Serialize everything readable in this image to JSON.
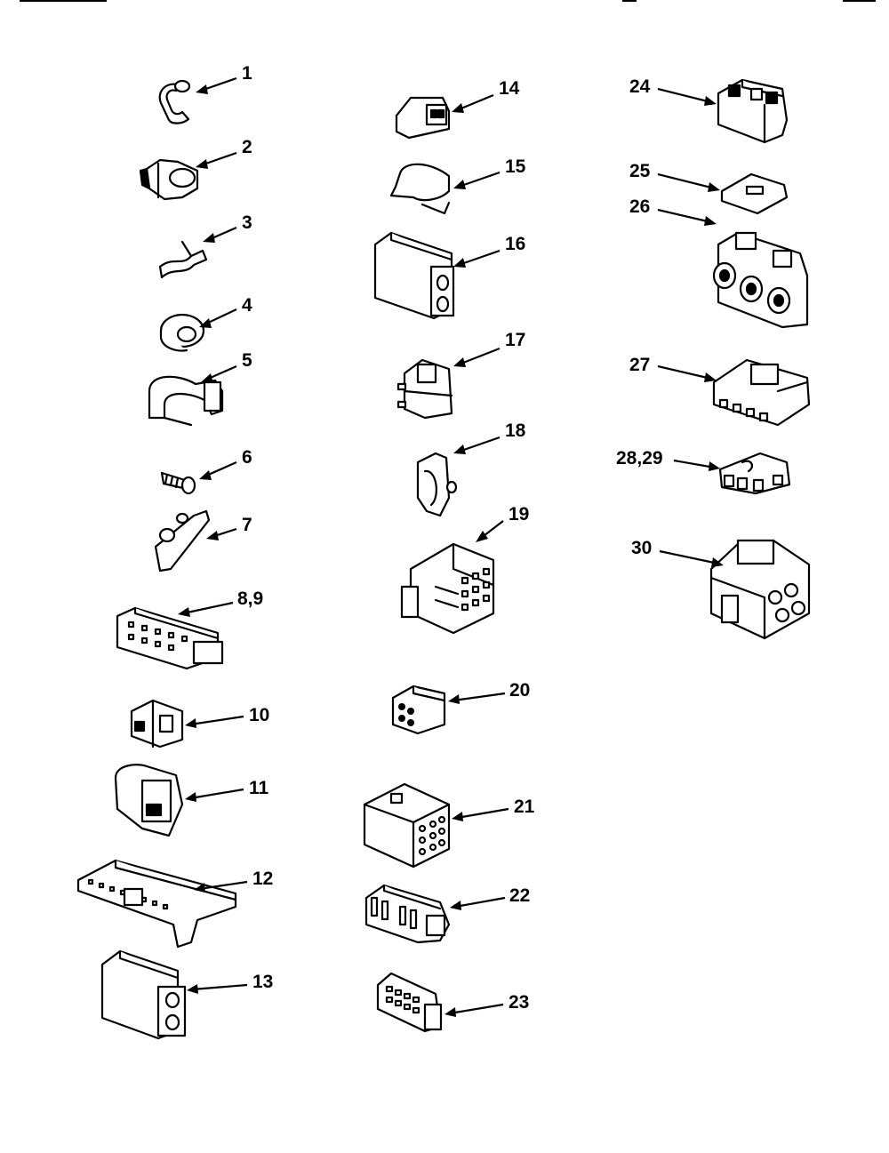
{
  "diagram": {
    "callouts": [
      "1",
      "2",
      "3",
      "4",
      "5",
      "6",
      "7",
      "8,9",
      "10",
      "11",
      "12",
      "13",
      "14",
      "15",
      "16",
      "17",
      "18",
      "19",
      "20",
      "21",
      "22",
      "23",
      "24",
      "25",
      "26",
      "27",
      "28,29",
      "30"
    ]
  }
}
